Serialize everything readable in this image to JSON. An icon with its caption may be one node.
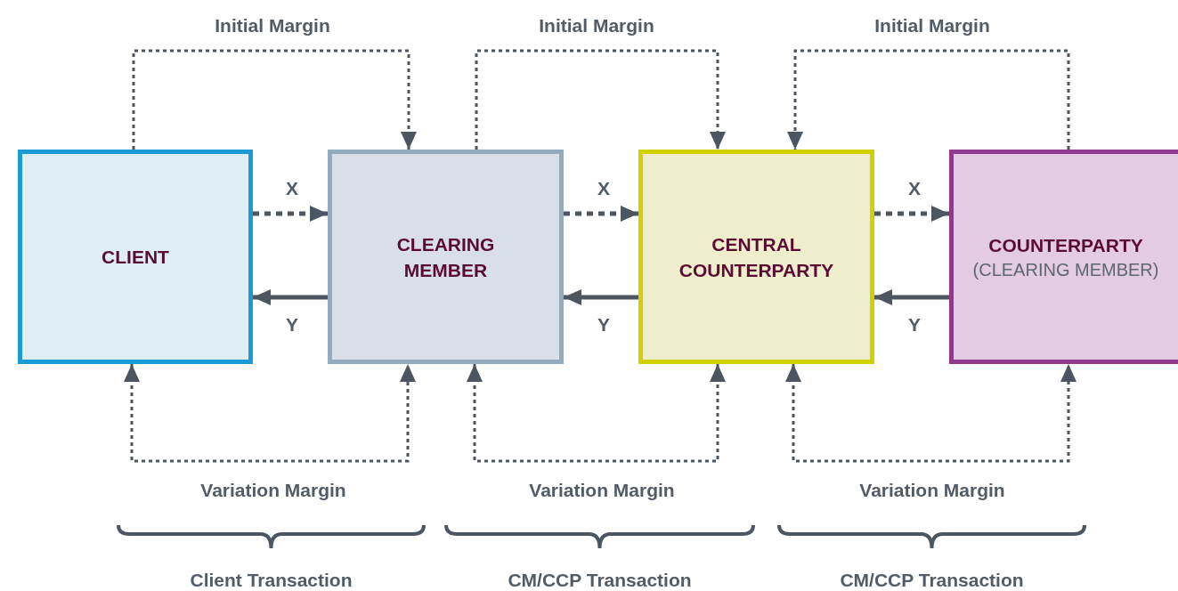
{
  "diagram": {
    "nodes": [
      {
        "text": [
          "CLIENT"
        ]
      },
      {
        "text": [
          "CLEARING MEMBER"
        ]
      },
      {
        "text": [
          "CENTRAL COUNTERPARTY"
        ]
      },
      {
        "text": [
          "COUNTERPARTY",
          "(CLEARING MEMBER)"
        ]
      }
    ],
    "edges": [
      {
        "from": 0,
        "to": 1,
        "arrow": "to",
        "label": "X",
        "style": "dashed"
      },
      {
        "from": 1,
        "to": 2,
        "arrow": "to",
        "label": "X",
        "style": "dashed"
      },
      {
        "from": 2,
        "to": 3,
        "arrow": "to",
        "label": "X",
        "style": "dashed"
      },
      {
        "from": 1,
        "to": 0,
        "arrow": "to",
        "label": "Y"
      },
      {
        "from": 2,
        "to": 1,
        "arrow": "to",
        "label": "Y"
      },
      {
        "from": 3,
        "to": 2,
        "arrow": "to",
        "label": "Y"
      },
      {
        "from": 0,
        "to": 1,
        "arrow": "to",
        "label": "Initial Margin",
        "style": "dashed"
      },
      {
        "from": 1,
        "to": 2,
        "arrow": "to",
        "label": "Initial Margin",
        "style": "dashed"
      },
      {
        "from": 3,
        "to": 2,
        "arrow": "to",
        "label": "Initial Margin",
        "style": "dashed"
      },
      {
        "from": 0,
        "to": 1,
        "arrow": "both",
        "label": "Variation Margin",
        "style": "dashed"
      },
      {
        "from": 1,
        "to": 2,
        "arrow": "both",
        "label": "Variation Margin",
        "style": "dashed"
      },
      {
        "from": 2,
        "to": 3,
        "arrow": "both",
        "label": "Variation Margin",
        "style": "dashed"
      }
    ],
    "labels": [
      "Client Transaction",
      "CM/CCP Transaction",
      "CM/CCP Transaction"
    ]
  }
}
